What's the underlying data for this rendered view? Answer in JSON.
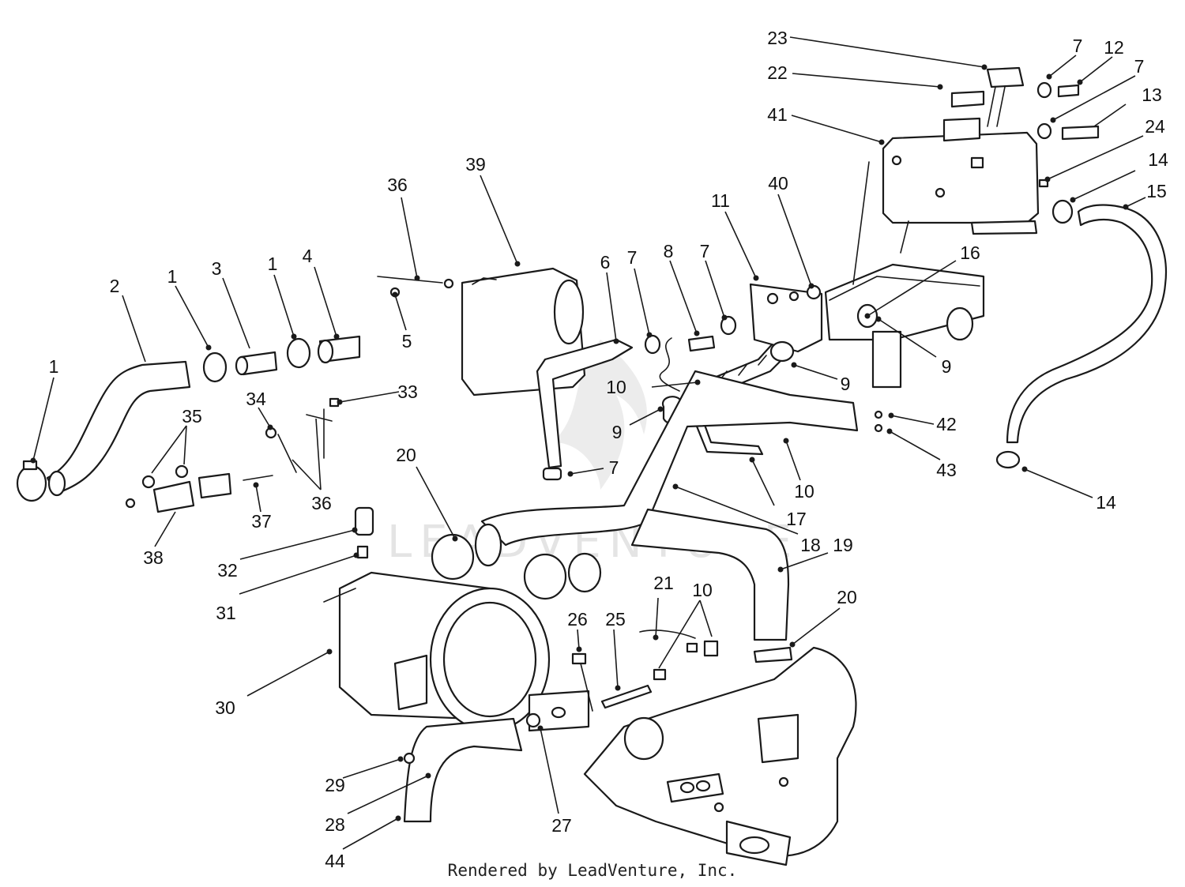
{
  "footer": {
    "text": "Rendered by LeadVenture, Inc."
  },
  "watermark": {
    "text": "LEADVENTURE"
  },
  "colors": {
    "ink": "#1a1a1a",
    "background": "#ffffff",
    "watermark": "#e4e4e4"
  },
  "callouts": [
    {
      "id": "c1a",
      "label": "1"
    },
    {
      "id": "c2",
      "label": "2"
    },
    {
      "id": "c1b",
      "label": "1"
    },
    {
      "id": "c3",
      "label": "3"
    },
    {
      "id": "c1c",
      "label": "1"
    },
    {
      "id": "c4",
      "label": "4"
    },
    {
      "id": "c36a",
      "label": "36"
    },
    {
      "id": "c5",
      "label": "5"
    },
    {
      "id": "c39",
      "label": "39"
    },
    {
      "id": "c6",
      "label": "6"
    },
    {
      "id": "c7a",
      "label": "7"
    },
    {
      "id": "c8",
      "label": "8"
    },
    {
      "id": "c7b",
      "label": "7"
    },
    {
      "id": "c11",
      "label": "11"
    },
    {
      "id": "c40",
      "label": "40"
    },
    {
      "id": "c16",
      "label": "16"
    },
    {
      "id": "c9a",
      "label": "9"
    },
    {
      "id": "c9b",
      "label": "9"
    },
    {
      "id": "c10a",
      "label": "10"
    },
    {
      "id": "c9c",
      "label": "9"
    },
    {
      "id": "c7c",
      "label": "7"
    },
    {
      "id": "c17",
      "label": "17"
    },
    {
      "id": "c10b",
      "label": "10"
    },
    {
      "id": "c18",
      "label": "18"
    },
    {
      "id": "c19",
      "label": "19"
    },
    {
      "id": "c23",
      "label": "23"
    },
    {
      "id": "c22",
      "label": "22"
    },
    {
      "id": "c41",
      "label": "41"
    },
    {
      "id": "c7d",
      "label": "7"
    },
    {
      "id": "c12",
      "label": "12"
    },
    {
      "id": "c7e",
      "label": "7"
    },
    {
      "id": "c13",
      "label": "13"
    },
    {
      "id": "c24",
      "label": "24"
    },
    {
      "id": "c14a",
      "label": "14"
    },
    {
      "id": "c15",
      "label": "15"
    },
    {
      "id": "c42",
      "label": "42"
    },
    {
      "id": "c43",
      "label": "43"
    },
    {
      "id": "c14b",
      "label": "14"
    },
    {
      "id": "c35",
      "label": "35"
    },
    {
      "id": "c38",
      "label": "38"
    },
    {
      "id": "c34",
      "label": "34"
    },
    {
      "id": "c33",
      "label": "33"
    },
    {
      "id": "c36b",
      "label": "36"
    },
    {
      "id": "c37",
      "label": "37"
    },
    {
      "id": "c32",
      "label": "32"
    },
    {
      "id": "c31",
      "label": "31"
    },
    {
      "id": "c20a",
      "label": "20"
    },
    {
      "id": "c30",
      "label": "30"
    },
    {
      "id": "c29",
      "label": "29"
    },
    {
      "id": "c28",
      "label": "28"
    },
    {
      "id": "c44",
      "label": "44"
    },
    {
      "id": "c27",
      "label": "27"
    },
    {
      "id": "c26",
      "label": "26"
    },
    {
      "id": "c25",
      "label": "25"
    },
    {
      "id": "c21",
      "label": "21"
    },
    {
      "id": "c10c",
      "label": "10"
    },
    {
      "id": "c20b",
      "label": "20"
    }
  ]
}
